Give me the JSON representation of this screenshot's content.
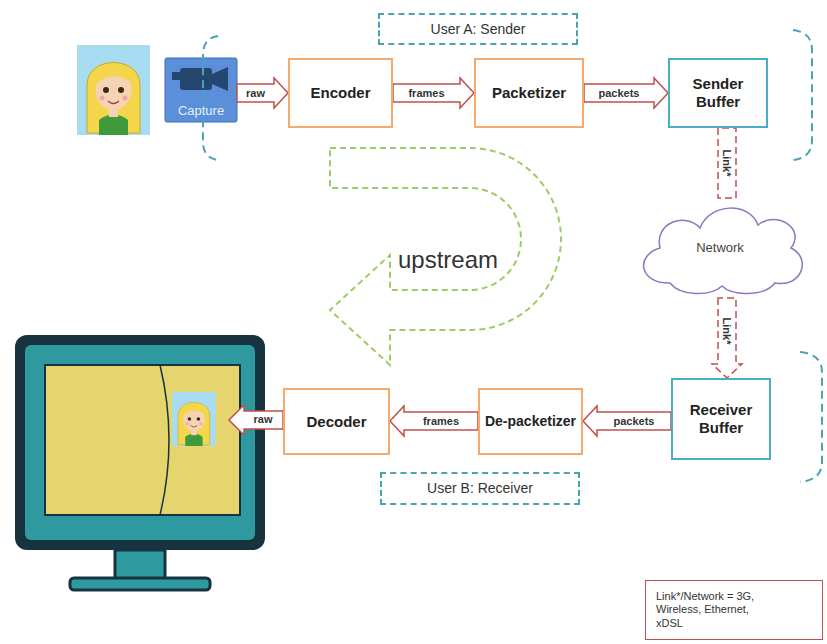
{
  "diagram": {
    "nodes": [
      {
        "text": [
          "User A: Sender"
        ]
      },
      {
        "text": [
          "Capture"
        ]
      },
      {
        "text": [
          "Encoder"
        ]
      },
      {
        "text": [
          "Packetizer"
        ]
      },
      {
        "text": [
          "Sender Buffer"
        ]
      },
      {
        "text": [
          "Network"
        ]
      },
      {
        "text": [
          "Receiver Buffer"
        ]
      },
      {
        "text": [
          "De-packetizer"
        ]
      },
      {
        "text": [
          "Decoder"
        ]
      },
      {
        "text": [
          "User B: Receiver"
        ]
      },
      {
        "text": [
          "Link*/Network = 3G, Wireless, Ethernet, xDSL"
        ]
      }
    ],
    "edges": [
      {
        "from": 1,
        "to": 2,
        "arrow": "to",
        "label": "raw"
      },
      {
        "from": 2,
        "to": 3,
        "arrow": "to",
        "label": "frames"
      },
      {
        "from": 3,
        "to": 4,
        "arrow": "to",
        "label": "packets"
      },
      {
        "from": 4,
        "to": 5,
        "arrow": "none",
        "label": "Link*"
      },
      {
        "from": 5,
        "to": 6,
        "arrow": "to",
        "label": "Link*"
      },
      {
        "from": 6,
        "to": 7,
        "arrow": "to",
        "label": "packets"
      },
      {
        "from": 7,
        "to": 8,
        "arrow": "to",
        "label": "frames"
      }
    ],
    "labels": [
      "upstream",
      "raw"
    ]
  }
}
